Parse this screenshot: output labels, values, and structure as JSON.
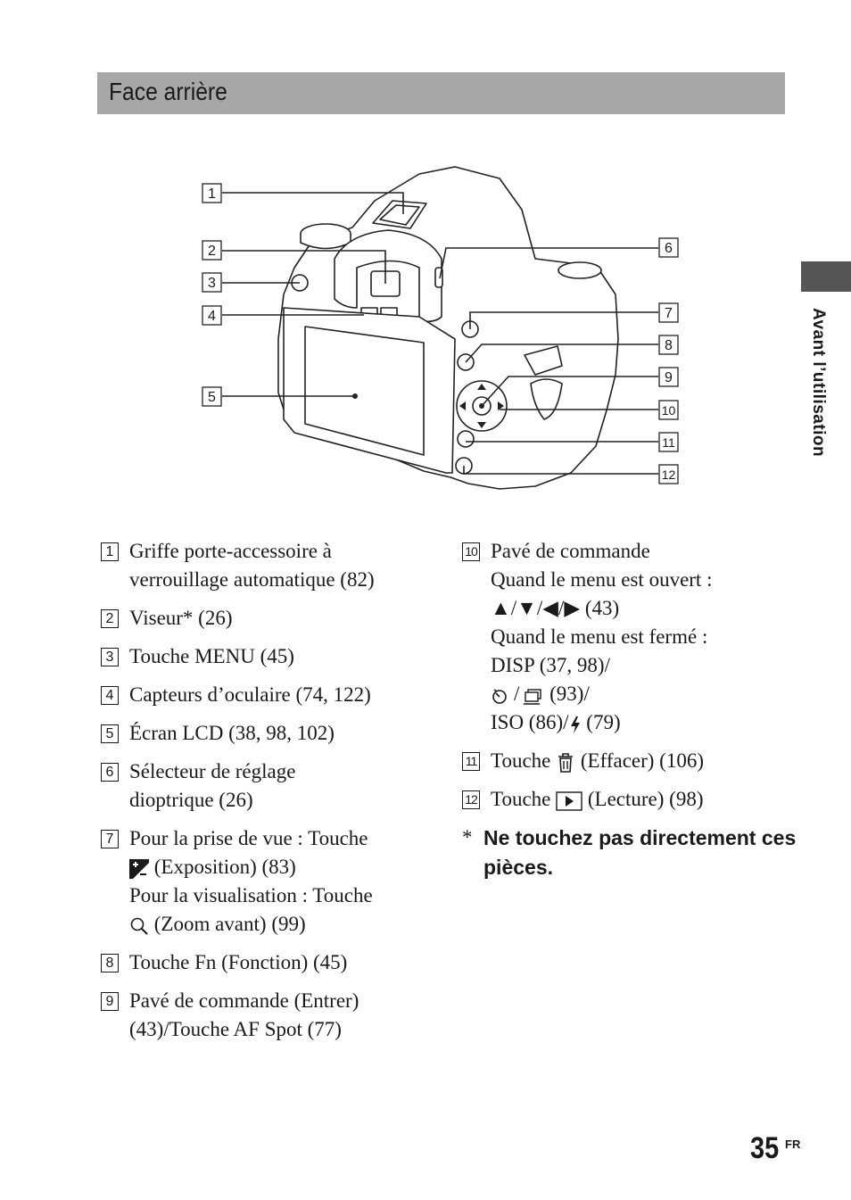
{
  "section": {
    "title": "Face arrière"
  },
  "side_tab": {
    "label": "Avant l’utilisation"
  },
  "callouts": [
    "1",
    "2",
    "3",
    "4",
    "5",
    "6",
    "7",
    "8",
    "9",
    "10",
    "11",
    "12"
  ],
  "items": [
    {
      "num": "1",
      "lines": [
        "Griffe porte-accessoire à",
        "verrouillage automatique (82)"
      ]
    },
    {
      "num": "2",
      "lines": [
        "Viseur* (26)"
      ]
    },
    {
      "num": "3",
      "lines": [
        "Touche MENU (45)"
      ]
    },
    {
      "num": "4",
      "lines": [
        "Capteurs d’oculaire (74, 122)"
      ]
    },
    {
      "num": "5",
      "lines": [
        "Écran LCD (38, 98, 102)"
      ]
    },
    {
      "num": "6",
      "lines": [
        "Sélecteur de réglage",
        "dioptrique (26)"
      ]
    },
    {
      "num": "7",
      "l1": "Pour la prise de vue : Touche",
      "l2": " (Exposition) (83)",
      "l3": "Pour la visualisation : Touche",
      "l4": " (Zoom avant) (99)"
    },
    {
      "num": "8",
      "lines": [
        "Touche Fn (Fonction) (45)"
      ]
    },
    {
      "num": "9",
      "lines": [
        "Pavé de commande (Entrer)",
        "(43)/Touche AF Spot (77)"
      ]
    },
    {
      "num": "10",
      "l1": "Pavé de commande",
      "l2": "Quand le menu est ouvert :",
      "l3": "▲/▼/◀/▶ (43)",
      "l4": "Quand le menu est fermé :",
      "l5": "DISP (37, 98)/",
      "l6": "(93)/",
      "l7a": "ISO (86)/",
      "l7b": " (79)"
    },
    {
      "num": "11",
      "a": "Touche ",
      "b": " (Effacer) (106)"
    },
    {
      "num": "12",
      "a": "Touche ",
      "b": " (Lecture) (98)"
    }
  ],
  "note": {
    "marker": "*",
    "text": "Ne touchez pas directement ces pièces."
  },
  "page": {
    "number": "35",
    "lang": "FR"
  }
}
